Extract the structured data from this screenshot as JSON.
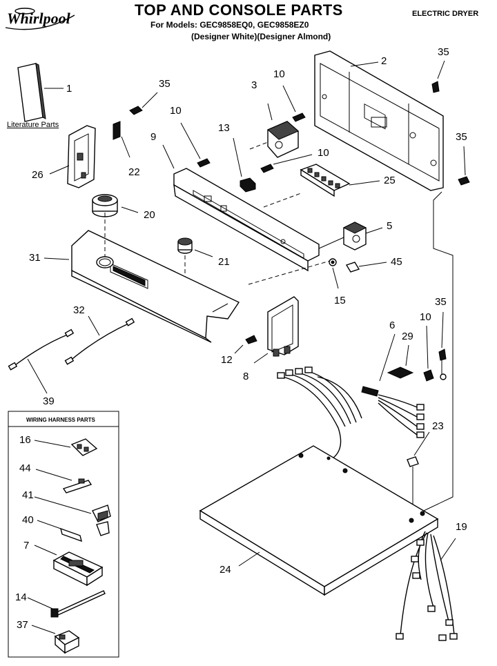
{
  "header": {
    "brand": "Whirlpool",
    "title": "TOP AND CONSOLE PARTS",
    "models": "For Models: GEC9858EQ0, GEC9858EZ0",
    "colors": "(Designer White)(Designer Almond)",
    "product": "ELECTRIC DRYER"
  },
  "literature": {
    "label": "Literature Parts"
  },
  "wiring_box": {
    "title": "WIRING HARNESS PARTS"
  },
  "callouts": {
    "c1": "1",
    "c2": "2",
    "c3": "3",
    "c5": "5",
    "c6": "6",
    "c7": "7",
    "c8": "8",
    "c9": "9",
    "c10a": "10",
    "c10b": "10",
    "c10c": "10",
    "c10d": "10",
    "c12": "12",
    "c13": "13",
    "c14": "14",
    "c15": "15",
    "c16": "16",
    "c19": "19",
    "c20": "20",
    "c21": "21",
    "c22": "22",
    "c23": "23",
    "c24": "24",
    "c25": "25",
    "c26": "26",
    "c29": "29",
    "c31": "31",
    "c32": "32",
    "c35a": "35",
    "c35b": "35",
    "c35c": "35",
    "c35d": "35",
    "c37": "37",
    "c39": "39",
    "c40": "40",
    "c41": "41",
    "c44": "44",
    "c45": "45"
  }
}
